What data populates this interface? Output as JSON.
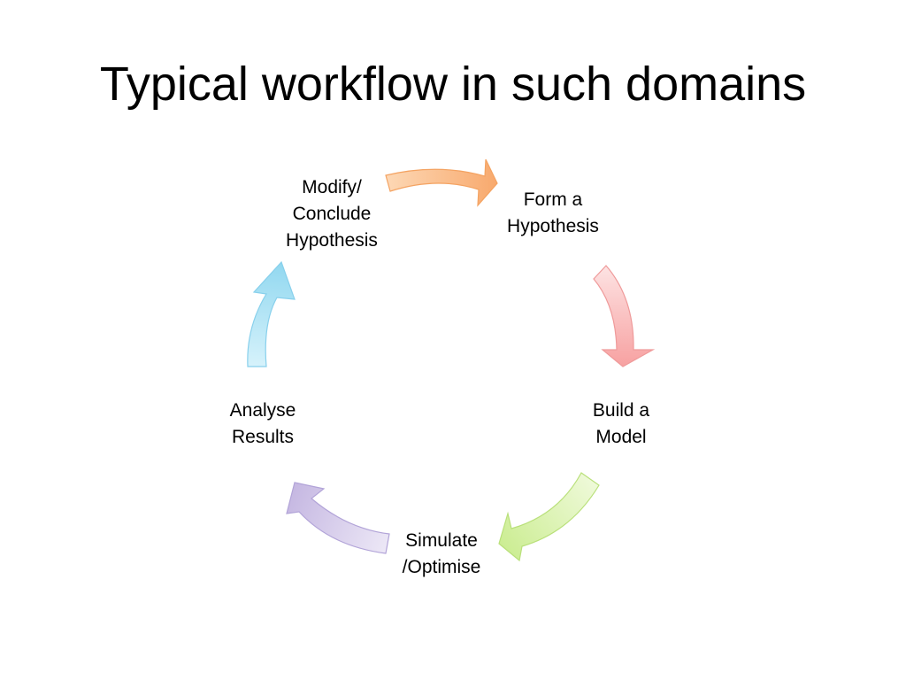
{
  "slide": {
    "title": "Typical workflow in such domains"
  },
  "cycle": {
    "nodes": [
      {
        "label": "Modify/\nConclude\nHypothesis"
      },
      {
        "label": "Form a\nHypothesis"
      },
      {
        "label": "Build a\nModel"
      },
      {
        "label": "Simulate\n/Optimise"
      },
      {
        "label": "Analyse\nResults"
      }
    ],
    "arrow_colors": [
      {
        "from": "#fdd8b5",
        "to": "#f8a96d",
        "stroke": "#f4a362"
      },
      {
        "from": "#fde3e3",
        "to": "#f7a1a1",
        "stroke": "#ef9a9a"
      },
      {
        "from": "#f0fadc",
        "to": "#c9ec8d",
        "stroke": "#b9e07a"
      },
      {
        "from": "#ece7f6",
        "to": "#c4b6e1",
        "stroke": "#b2a4d8"
      },
      {
        "from": "#d6f2fb",
        "to": "#92d8f0",
        "stroke": "#88d0ec"
      }
    ]
  }
}
